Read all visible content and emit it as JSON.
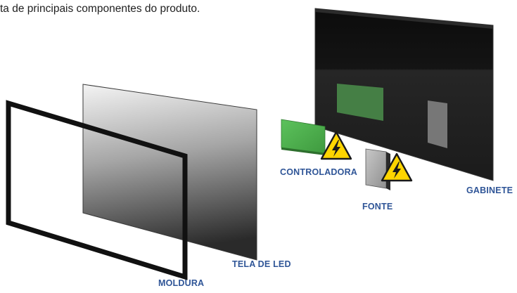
{
  "caption": "ta de principais componentes do produto.",
  "labels": {
    "moldura": "MOLDURA",
    "tela_de_led": "TELA DE LED",
    "controladora": "CONTROLADORA",
    "fonte": "FONTE",
    "gabinete": "GABINETE"
  },
  "icons": {
    "warning": "high-voltage-warning-icon"
  },
  "colors": {
    "label_text": "#2f5597",
    "caption_text": "#1f1f1f",
    "controller_board": "#4caf50",
    "warning_yellow": "#ffd500",
    "cabinet_panel": "#1c1c1c"
  }
}
